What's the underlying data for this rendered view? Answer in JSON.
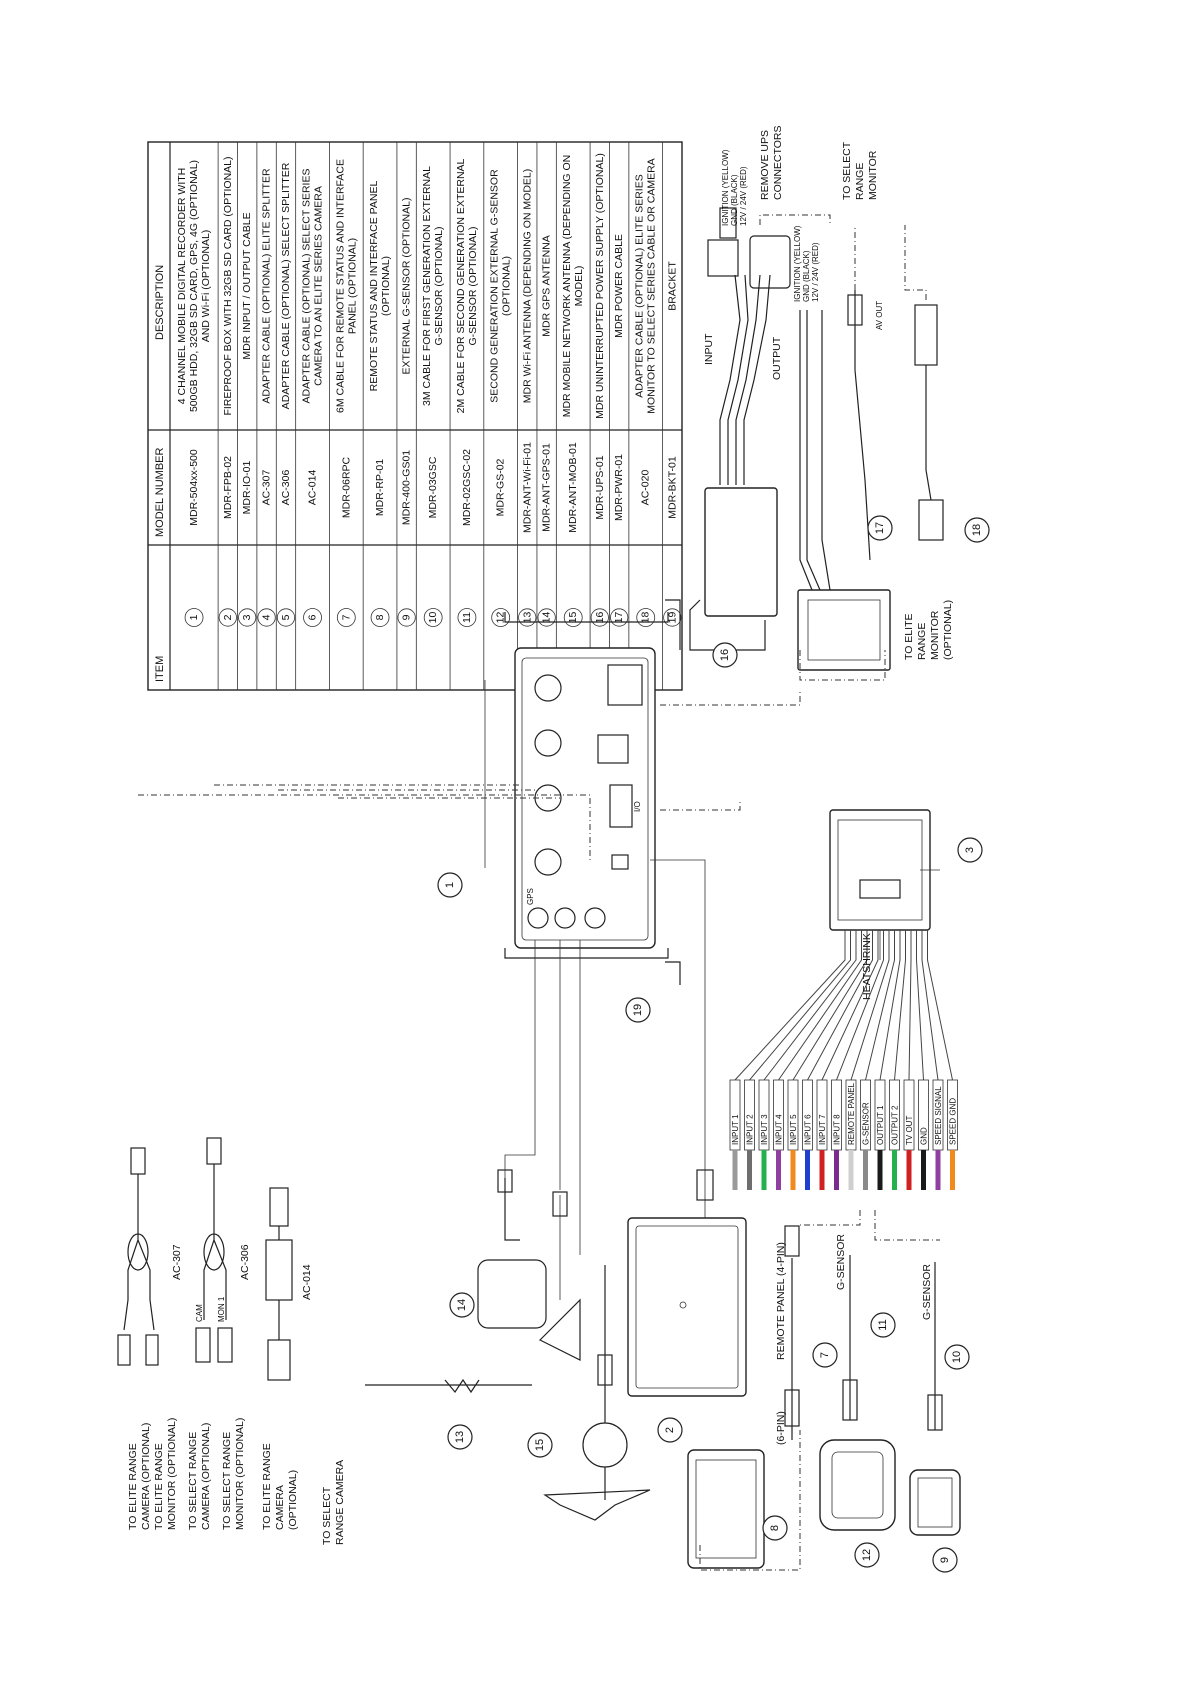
{
  "table": {
    "headers": [
      "ITEM",
      "MODEL NUMBER",
      "DESCRIPTION"
    ],
    "rows": [
      {
        "item": "1",
        "model": "MDR-504xx-500",
        "desc": [
          "4 CHANNEL MOBILE DIGITAL RECORDER WITH",
          "500GB HDD, 32GB SD CARD, GPS, 4G (OPTIONAL)",
          "AND Wi-Fi (OPTIONAL)"
        ]
      },
      {
        "item": "2",
        "model": "MDR-FPB-02",
        "desc": [
          "FIREPROOF BOX WITH 32GB SD CARD (OPTIONAL)"
        ]
      },
      {
        "item": "3",
        "model": "MDR-IO-01",
        "desc": [
          "MDR INPUT / OUTPUT CABLE"
        ]
      },
      {
        "item": "4",
        "model": "AC-307",
        "desc": [
          "ADAPTER CABLE (OPTIONAL) ELITE SPLITTER"
        ]
      },
      {
        "item": "5",
        "model": "AC-306",
        "desc": [
          "ADAPTER CABLE (OPTIONAL) SELECT SPLITTER"
        ]
      },
      {
        "item": "6",
        "model": "AC-014",
        "desc": [
          "ADAPTER CABLE (OPTIONAL) SELECT SERIES",
          "CAMERA TO AN ELITE SERIES CAMERA"
        ]
      },
      {
        "item": "7",
        "model": "MDR-06RPC",
        "desc": [
          "6M CABLE FOR REMOTE STATUS AND INTERFACE",
          "PANEL (OPTIONAL)"
        ]
      },
      {
        "item": "8",
        "model": "MDR-RP-01",
        "desc": [
          "REMOTE STATUS AND INTERFACE PANEL",
          "(OPTIONAL)"
        ]
      },
      {
        "item": "9",
        "model": "MDR-400-GS01",
        "desc": [
          "EXTERNAL G-SENSOR (OPTIONAL)"
        ]
      },
      {
        "item": "10",
        "model": "MDR-03GSC",
        "desc": [
          "3M CABLE FOR FIRST GENERATION EXTERNAL",
          "G-SENSOR (OPTIONAL)"
        ]
      },
      {
        "item": "11",
        "model": "MDR-02GSC-02",
        "desc": [
          "2M CABLE FOR SECOND GENERATION EXTERNAL",
          "G-SENSOR (OPTIONAL)"
        ]
      },
      {
        "item": "12",
        "model": "MDR-GS-02",
        "desc": [
          "SECOND GENERATION EXTERNAL G-SENSOR",
          "(OPTIONAL)"
        ]
      },
      {
        "item": "13",
        "model": "MDR-ANT-Wi-Fi-01",
        "desc": [
          "MDR Wi-Fi ANTENNA (DEPENDING ON MODEL)"
        ]
      },
      {
        "item": "14",
        "model": "MDR-ANT-GPS-01",
        "desc": [
          "MDR GPS ANTENNA"
        ]
      },
      {
        "item": "15",
        "model": "MDR-ANT-MOB-01",
        "desc": [
          "MDR MOBILE NETWORK ANTENNA (DEPENDING ON",
          "MODEL)"
        ]
      },
      {
        "item": "16",
        "model": "MDR-UPS-01",
        "desc": [
          "MDR UNINTERRUPTED POWER SUPPLY (OPTIONAL)"
        ]
      },
      {
        "item": "17",
        "model": "MDR-PWR-01",
        "desc": [
          "MDR POWER CABLE"
        ]
      },
      {
        "item": "18",
        "model": "AC-020",
        "desc": [
          "ADAPTER CABLE (OPTIONAL) ELITE SERIES",
          "MONITOR TO SELECT SERIES CABLE OR CAMERA"
        ]
      },
      {
        "item": "19",
        "model": "MDR-BKT-01",
        "desc": [
          "BRACKET"
        ]
      }
    ]
  },
  "labels": {
    "to_elite_cam": [
      "TO ELITE RANGE",
      "CAMERA (OPTIONAL)"
    ],
    "to_elite_mon": [
      "TO ELITE RANGE",
      "MONITOR (OPTIONAL)"
    ],
    "to_select_cam": [
      "TO SELECT RANGE",
      "CAMERA (OPTIONAL)"
    ],
    "to_select_mon": [
      "TO SELECT RANGE",
      "MONITOR (OPTIONAL)"
    ],
    "to_elite_cam2": [
      "TO ELITE RANGE",
      "CAMERA",
      "(OPTIONAL)"
    ],
    "to_select_cam2": [
      "TO SELECT",
      "RANGE CAMERA"
    ],
    "ac307": "AC-307",
    "ac306": "AC-306",
    "ac014": "AC-014",
    "remote_panel": "REMOTE PANEL (4-PIN)",
    "six_pin": "(6-PIN)",
    "g_sensor_a": "G-SENSOR",
    "g_sensor_b": "G-SENSOR",
    "heatshrink": "HEATSHRINK",
    "input": "INPUT",
    "output": "OUTPUT",
    "remove_ups": [
      "REMOVE UPS",
      "CONNECTORS"
    ],
    "to_select_monitor": [
      "TO SELECT",
      "RANGE",
      "MONITOR"
    ],
    "to_elite_monitor": [
      "TO ELITE",
      "RANGE",
      "MONITOR",
      "(OPTIONAL)"
    ],
    "ign_in": [
      "IGNITION (YELLOW)",
      "GND (BLACK)",
      "12V / 24V (RED)"
    ],
    "ign_out": [
      "IGNITION (YELLOW)",
      "GND (BLACK)",
      "12V / 24V (RED)"
    ],
    "av_out": "AV OUT",
    "cam_tag": "CAM",
    "mon_tag": "MON 1",
    "io_tag": "I/O",
    "gps_tag": "GPS"
  },
  "wires": [
    "INPUT 1",
    "INPUT 2",
    "INPUT 3",
    "INPUT 4",
    "INPUT 5",
    "INPUT 6",
    "INPUT 7",
    "INPUT 8",
    "REMOTE PANEL",
    "G-SENSOR",
    "OUTPUT 1",
    "OUTPUT 2",
    "TV OUT",
    "GND",
    "SPEED SIGNAL",
    "SPEED GND"
  ],
  "wire_colors": [
    "#9a9a9a",
    "#6e6e6e",
    "#22b14c",
    "#8e3fa0",
    "#f08a1c",
    "#1f3fd0",
    "#d02020",
    "#7a2b8f",
    "#cfcfcf",
    "#8a8a8a",
    "#1a1a1a",
    "#22b14c",
    "#d02020",
    "#1a1a1a",
    "#8e3fa0",
    "#f08a1c"
  ],
  "callouts": [
    "1",
    "2",
    "3",
    "7",
    "8",
    "9",
    "10",
    "11",
    "12",
    "13",
    "14",
    "15",
    "16",
    "17",
    "18",
    "19"
  ]
}
